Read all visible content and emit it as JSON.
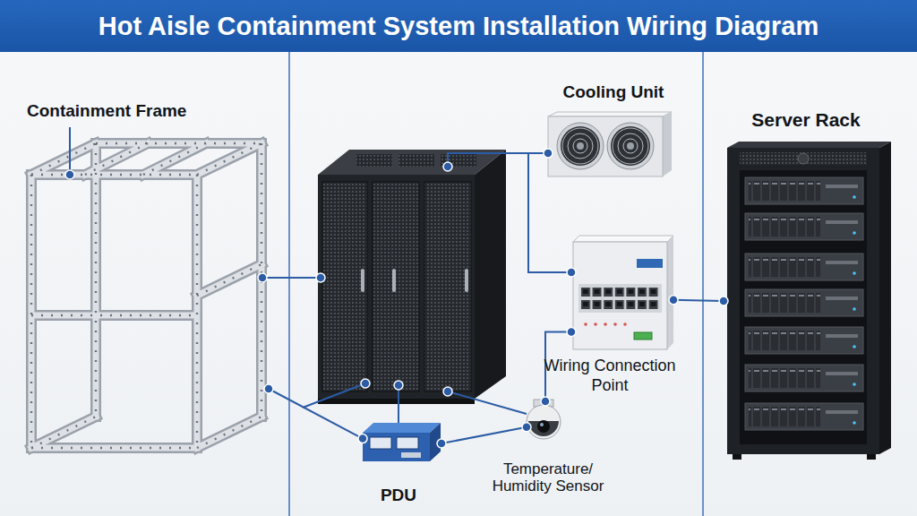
{
  "diagram": {
    "title": "Hot Aisle Containment System Installation Wiring Diagram",
    "nodes": [
      {
        "text": [
          "Containment Frame"
        ]
      },
      {
        "text": [
          "Cooling Unit"
        ]
      },
      {
        "text": [
          "Server Rack"
        ]
      },
      {
        "text": [
          "Wiring Connection Point"
        ]
      },
      {
        "text": [
          "PDU"
        ]
      },
      {
        "text": [
          "Temperature/ Humidity Sensor"
        ]
      }
    ],
    "edges": [
      {
        "from": 0,
        "to": 4,
        "arrow": "none"
      },
      {
        "from": 1,
        "to": 3,
        "arrow": "none"
      },
      {
        "from": 3,
        "to": 2,
        "arrow": "none"
      },
      {
        "from": 5,
        "to": 3,
        "arrow": "none"
      },
      {
        "from": 4,
        "to": 5,
        "arrow": "none"
      }
    ]
  }
}
